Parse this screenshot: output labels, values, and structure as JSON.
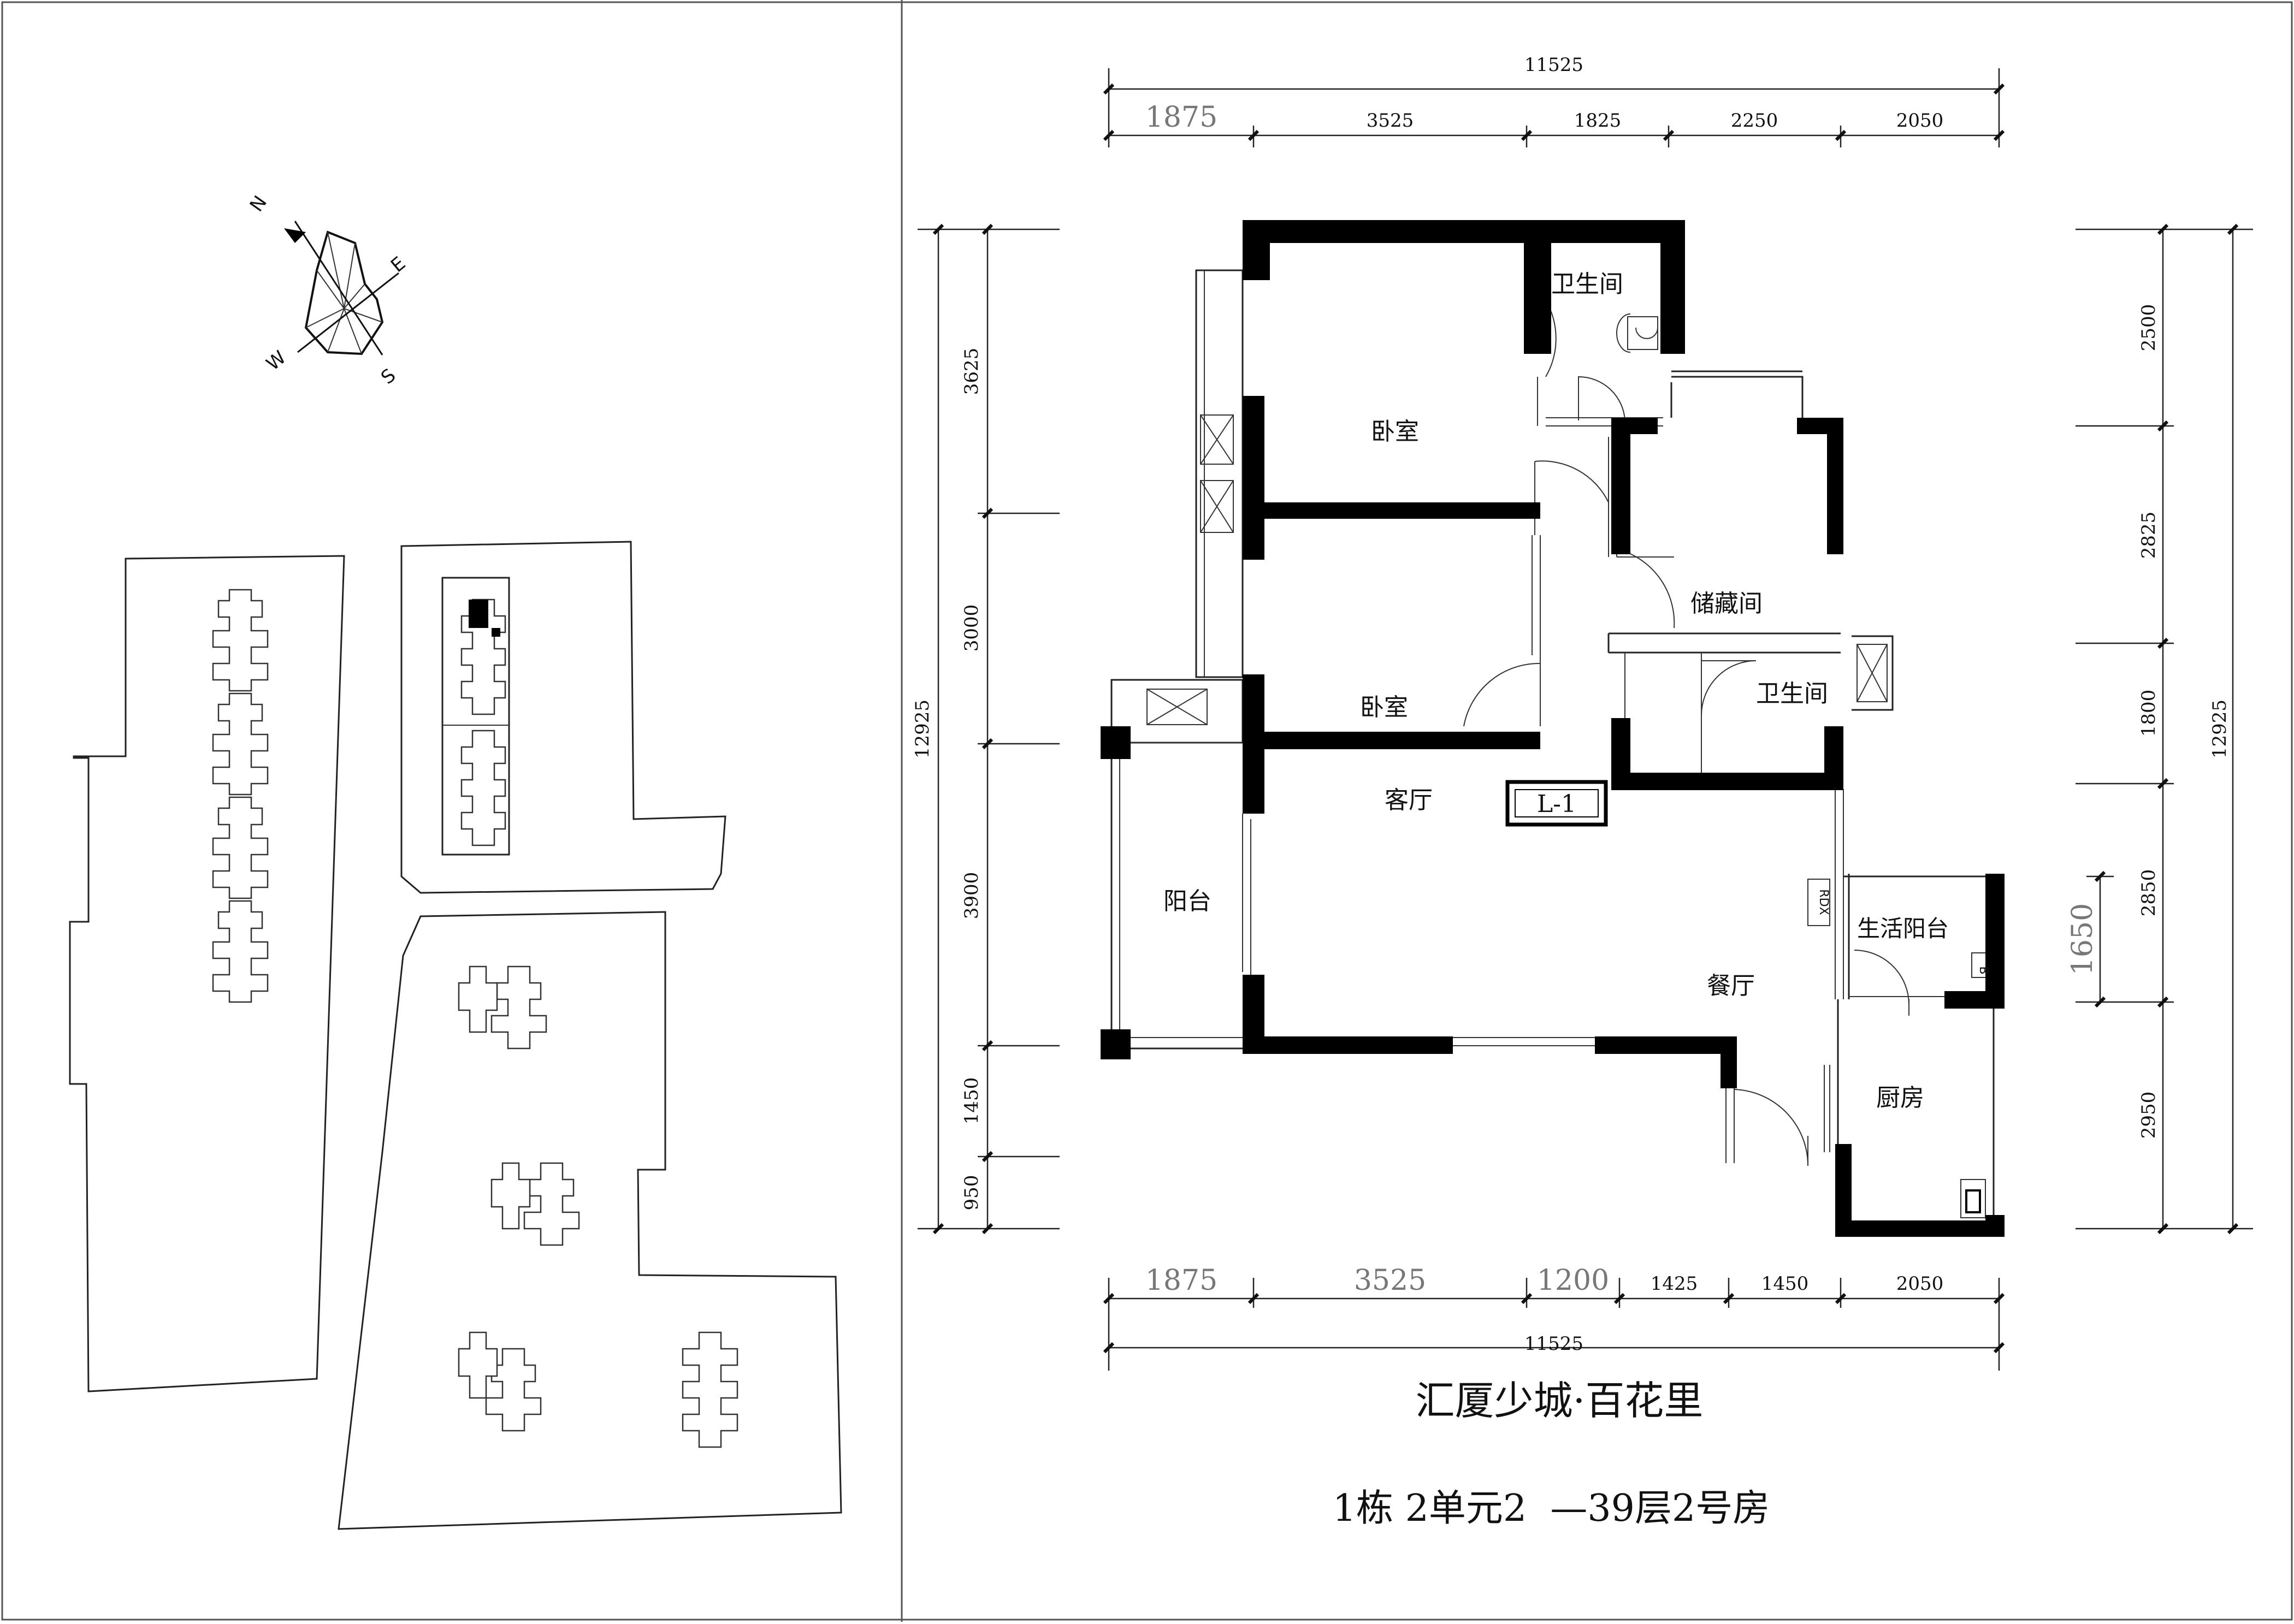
{
  "compass": {
    "n": "N",
    "e": "E",
    "s": "S",
    "w": "W"
  },
  "rooms": {
    "bedroom1": "卧室",
    "bedroom2": "卧室",
    "bath1": "卫生间",
    "bath2": "卫生间",
    "storage": "储藏间",
    "living": "客厅",
    "balcony": "阳台",
    "dining": "餐厅",
    "utility_balcony": "生活阳台",
    "kitchen": "厨房"
  },
  "tags": {
    "unit_type": "L-1",
    "rdx": "RDX",
    "b": "B"
  },
  "dims": {
    "top_total": "11525",
    "top": [
      "1875",
      "3525",
      "1825",
      "2250",
      "2050"
    ],
    "bottom": [
      "1875",
      "3525",
      "1200",
      "1425",
      "1450",
      "2050"
    ],
    "bottom_total": "11525",
    "left_total": "12925",
    "left": [
      "3625",
      "3000",
      "3900",
      "1450",
      "950"
    ],
    "right": [
      "2500",
      "2825",
      "1800",
      "2850",
      "2950"
    ],
    "right_total": "12925",
    "right_sub": "1650"
  },
  "title": {
    "project": "汇厦少城·百花里",
    "unit": "1栋 2单元2  —39层2号房"
  }
}
